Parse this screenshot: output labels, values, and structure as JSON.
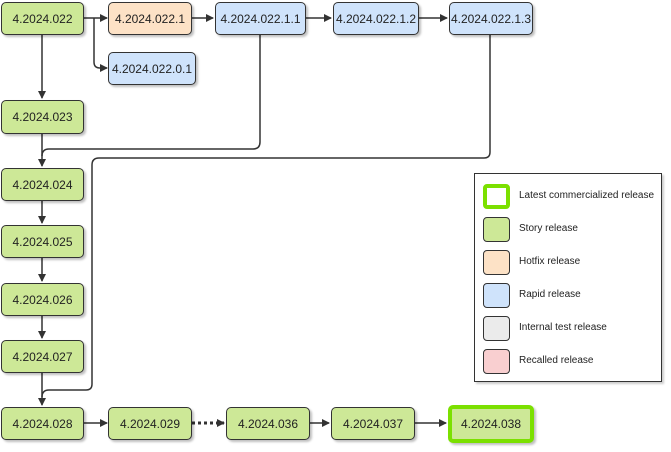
{
  "nodes": {
    "n022": "4.2024.022",
    "n0221": "4.2024.022.1",
    "n02201": "4.2024.022.0.1",
    "n02211": "4.2024.022.1.1",
    "n02212": "4.2024.022.1.2",
    "n02213": "4.2024.022.1.3",
    "n023": "4.2024.023",
    "n024": "4.2024.024",
    "n025": "4.2024.025",
    "n026": "4.2024.026",
    "n027": "4.2024.027",
    "n028": "4.2024.028",
    "n029": "4.2024.029",
    "n036": "4.2024.036",
    "n037": "4.2024.037",
    "n038": "4.2024.038"
  },
  "legend": {
    "latest": "Latest commercialized release",
    "story": "Story release",
    "hotfix": "Hotfix release",
    "rapid": "Rapid release",
    "internal": "Internal test release",
    "recalled": "Recalled release"
  },
  "colors": {
    "story": "#cde897",
    "hotfix": "#fde2c6",
    "rapid": "#cfe3fb",
    "internal": "#ebebeb",
    "recalled": "#f9cfd0",
    "latest_border": "#7be000"
  }
}
